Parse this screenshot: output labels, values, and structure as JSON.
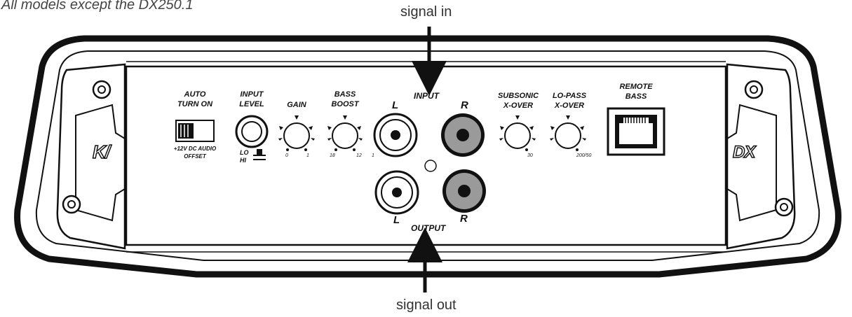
{
  "caption": "All models except the DX250.1",
  "signal_in": "signal in",
  "signal_out": "signal out",
  "panel": {
    "auto_turn_on": [
      "AUTO",
      "TURN ON"
    ],
    "auto_sub": [
      "+12V DC AUDIO",
      "OFFSET"
    ],
    "input_level": [
      "INPUT",
      "LEVEL"
    ],
    "input_level_lo": "LO",
    "input_level_hi": "HI",
    "gain": "GAIN",
    "gain_ticks": [
      "0",
      "1"
    ],
    "bass_boost": [
      "BASS",
      "BOOST"
    ],
    "bass_ticks": [
      "18",
      "12"
    ],
    "input": "INPUT",
    "output": "OUTPUT",
    "left": "L",
    "right": "R",
    "rca_tick": "1",
    "subsonic": [
      "SUBSONIC",
      "X-OVER"
    ],
    "subsonic_tick": "30",
    "lopass": [
      "LO-PASS",
      "X-OVER"
    ],
    "lopass_tick": "200/50",
    "remote_bass": [
      "REMOTE",
      "BASS"
    ],
    "logo_left": "K/",
    "logo_right": "DX"
  },
  "colors": {
    "outline": "#111111",
    "rca_right_fill": "#9a9a9a",
    "rca_left_fill": "#ffffff"
  }
}
